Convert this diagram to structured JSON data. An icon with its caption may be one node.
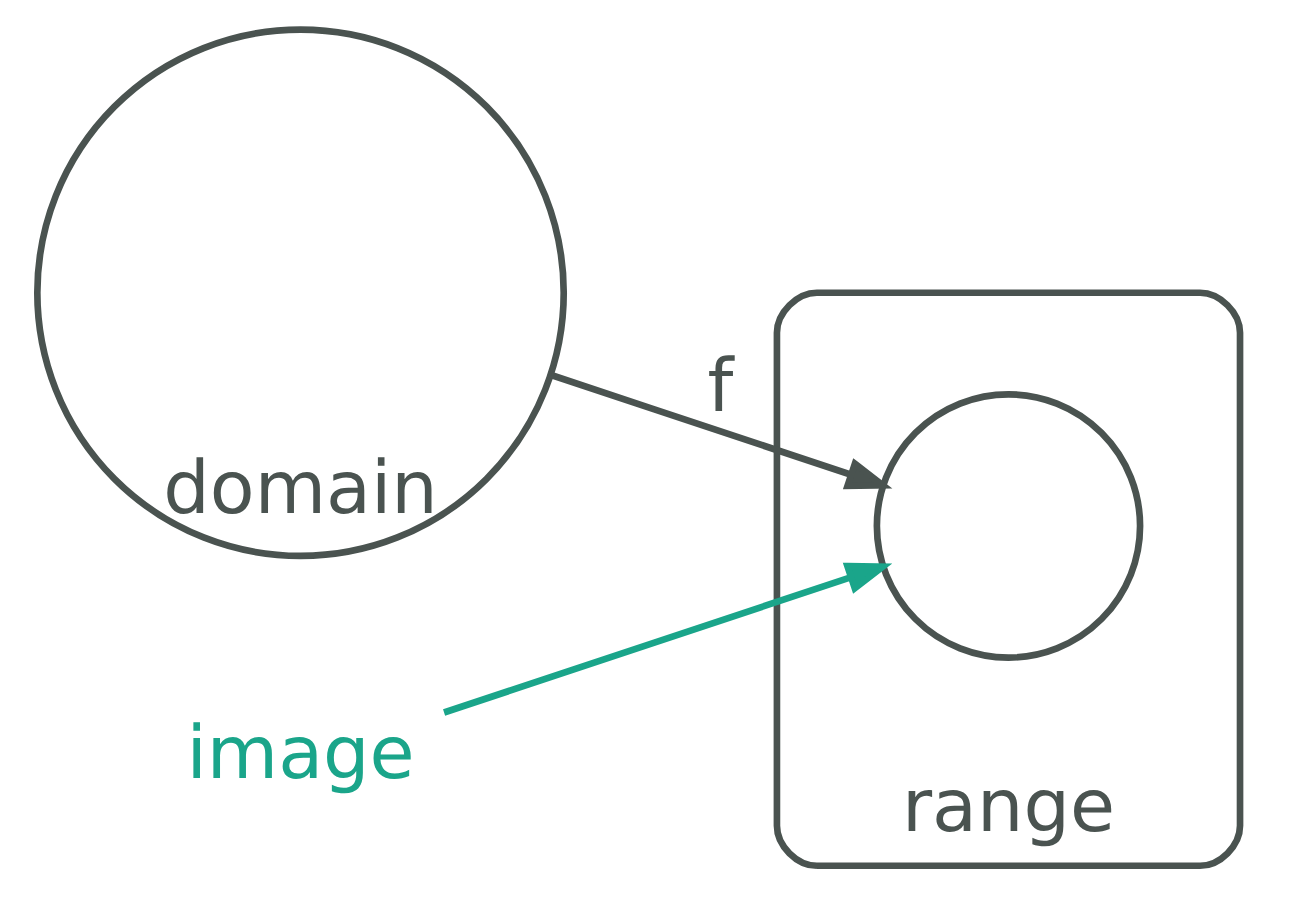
{
  "diagram": {
    "nodes": [
      {
        "text": [
          "domain"
        ]
      },
      {
        "text": [
          "range"
        ]
      },
      {
        "text": [],
        "shape": "cloud",
        "in": 1
      },
      {
        "text": [
          "image"
        ]
      }
    ],
    "edges": [
      {
        "from": 0,
        "to": 2,
        "arrow": "to",
        "label": "f"
      },
      {
        "from": 3,
        "to": 2,
        "arrow": "to",
        "color": "#1aa58a"
      }
    ]
  }
}
